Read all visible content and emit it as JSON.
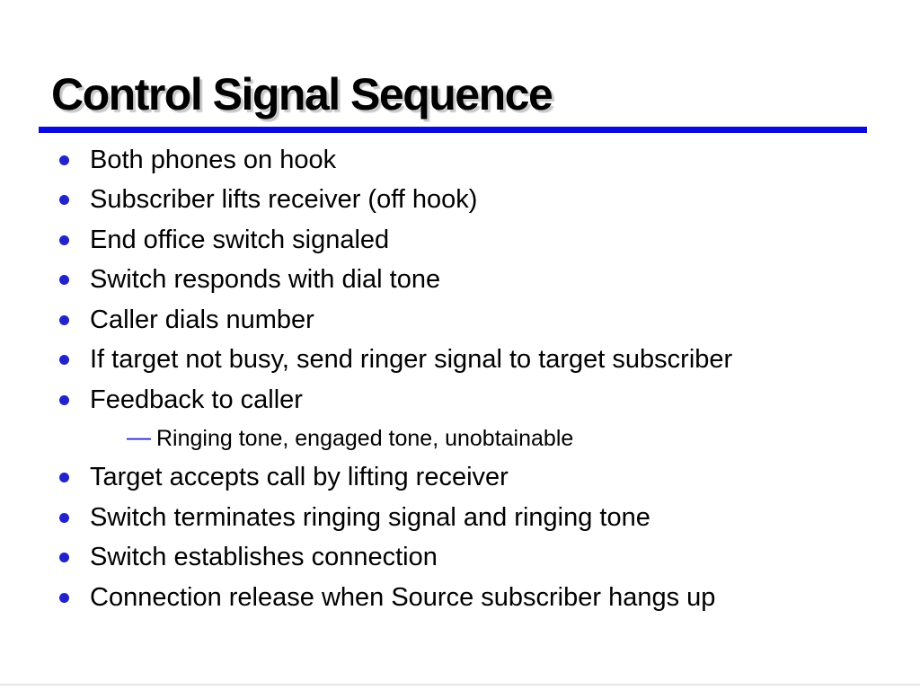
{
  "slide": {
    "title": "Control Signal Sequence",
    "sub_bullet_dash": "—",
    "colors": {
      "accent_blue": "#0a0ae0",
      "bullet_blue": "#2323cc",
      "divider_gray": "#e6e6e6",
      "title_color": "#000000",
      "text_color": "#000000"
    },
    "bullets": [
      {
        "level": 1,
        "text": "Both phones on hook"
      },
      {
        "level": 1,
        "text": "Subscriber lifts receiver (off hook)"
      },
      {
        "level": 1,
        "text": "End office switch signaled"
      },
      {
        "level": 1,
        "text": "Switch responds with dial tone"
      },
      {
        "level": 1,
        "text": "Caller dials number"
      },
      {
        "level": 1,
        "text": "If target not busy, send ringer signal to target subscriber"
      },
      {
        "level": 1,
        "text": "Feedback to caller"
      },
      {
        "level": 2,
        "text": "Ringing tone, engaged tone, unobtainable"
      },
      {
        "level": 1,
        "text": "Target accepts call by lifting receiver"
      },
      {
        "level": 1,
        "text": "Switch terminates ringing signal and ringing tone"
      },
      {
        "level": 1,
        "text": "Switch establishes connection"
      },
      {
        "level": 1,
        "text": "Connection release when Source subscriber hangs up"
      }
    ]
  }
}
